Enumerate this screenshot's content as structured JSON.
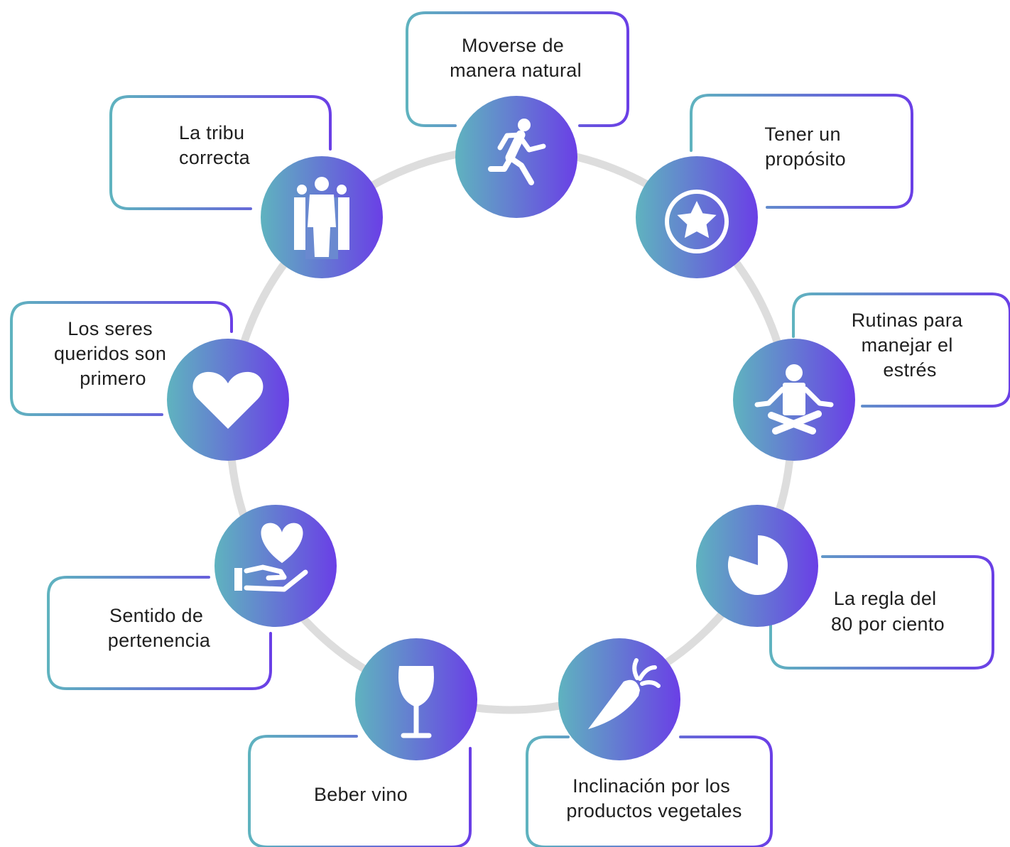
{
  "diagram": {
    "ring_color": "#dddddd",
    "gradient": {
      "start": "#5fb3bf",
      "end": "#6a3fe6"
    },
    "items": [
      {
        "id": "moverse",
        "icon": "running-person-icon",
        "lines": [
          "Moverse de",
          "manera natural"
        ]
      },
      {
        "id": "proposito",
        "icon": "star-badge-icon",
        "lines": [
          "Tener un",
          "propósito"
        ]
      },
      {
        "id": "rutinas",
        "icon": "meditation-icon",
        "lines": [
          "Rutinas para",
          "manejar el",
          "estrés"
        ]
      },
      {
        "id": "regla80",
        "icon": "pie-eighty-percent-icon",
        "lines": [
          "La regla del",
          "80 por ciento"
        ]
      },
      {
        "id": "vegetales",
        "icon": "carrot-icon",
        "lines": [
          "Inclinación por los",
          "productos vegetales"
        ]
      },
      {
        "id": "vino",
        "icon": "wine-glass-icon",
        "lines": [
          "Beber vino"
        ]
      },
      {
        "id": "pertenencia",
        "icon": "heart-in-hand-icon",
        "lines": [
          "Sentido de",
          "pertenencia"
        ]
      },
      {
        "id": "seres",
        "icon": "heart-icon",
        "lines": [
          "Los seres",
          "queridos son",
          "primero"
        ]
      },
      {
        "id": "tribu",
        "icon": "group-of-people-icon",
        "lines": [
          "La tribu",
          "correcta"
        ]
      }
    ]
  }
}
